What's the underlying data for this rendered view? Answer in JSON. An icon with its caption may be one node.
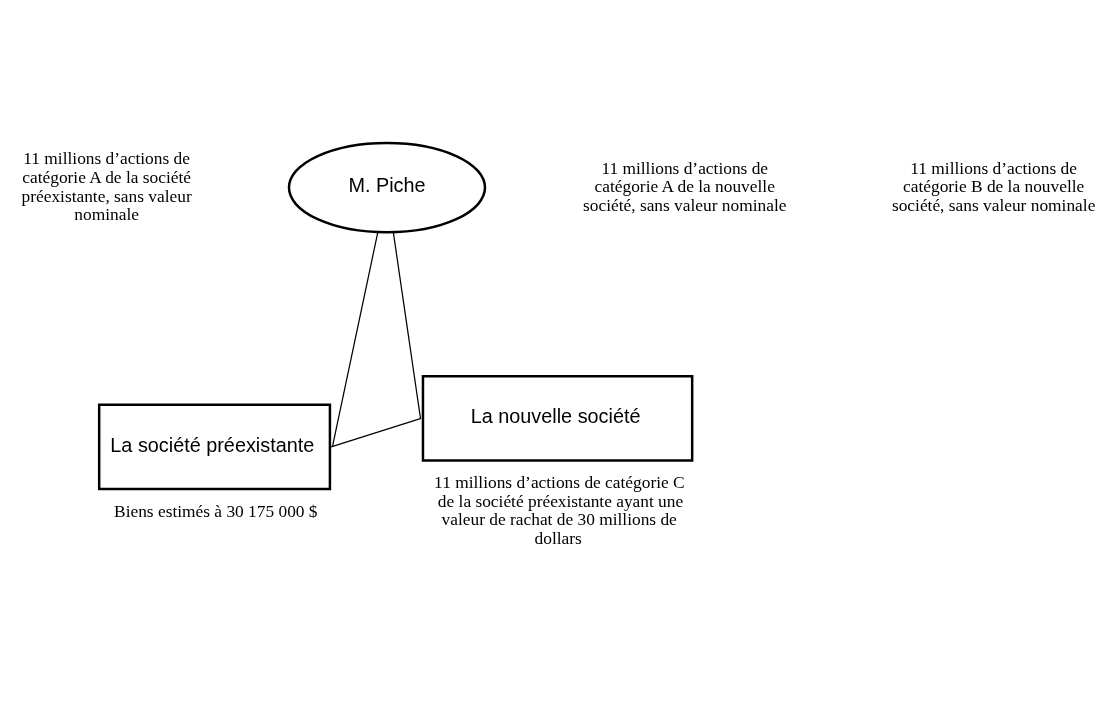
{
  "diagram": {
    "nodes": [
      {
        "text": [
          "M. Piche"
        ]
      },
      {
        "text": [
          "La société préexistante"
        ],
        "beside": [
          "Biens estimés à 30 175 000 $"
        ]
      },
      {
        "text": [
          "La nouvelle société"
        ],
        "beside": [
          "11 millions d’actions de catégorie C de la société préexistante ayant une valeur de rachat de 30 millions de dollars"
        ]
      }
    ],
    "edges": [
      {
        "from": 0,
        "to": 1,
        "arrow": "none"
      },
      {
        "from": 0,
        "to": 2,
        "arrow": "none"
      },
      {
        "from": 1,
        "to": 2,
        "arrow": "none"
      }
    ],
    "labels": [
      "11 millions d’actions de catégorie A de la société préexistante, sans valeur nominale",
      "11 millions d’actions de catégorie A de la nouvelle société, sans valeur nominale",
      "11 millions d’actions de catégorie B de la nouvelle société, sans valeur nominale"
    ]
  }
}
